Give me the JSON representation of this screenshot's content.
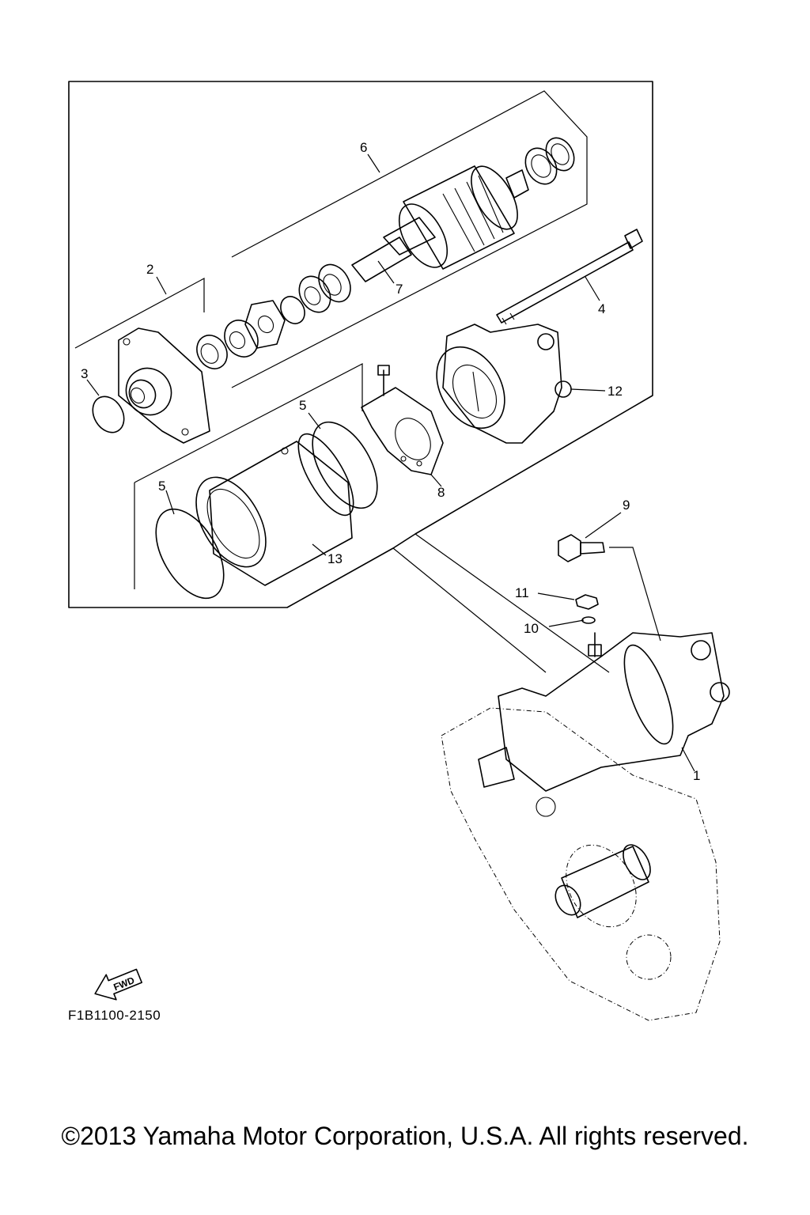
{
  "callouts": {
    "p1": "1",
    "p2": "2",
    "p3": "3",
    "p4": "4",
    "p5a": "5",
    "p5b": "5",
    "p6": "6",
    "p7": "7",
    "p8": "8",
    "p9": "9",
    "p10": "10",
    "p11": "11",
    "p12": "12",
    "p13": "13"
  },
  "fwd_label": "FWD",
  "figure_code": "F1B1100-2150",
  "copyright": "©2013 Yamaha Motor Corporation, U.S.A. All rights reserved."
}
